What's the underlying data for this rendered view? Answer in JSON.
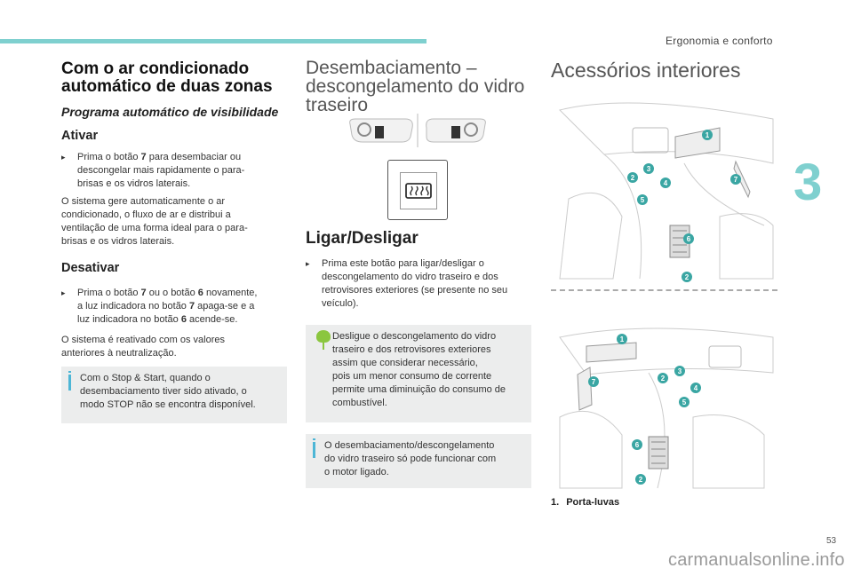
{
  "header": {
    "section": "Ergonomia e conforto",
    "chapter": "3",
    "page_number": "53",
    "watermark": "carmanualsonline.info"
  },
  "col1": {
    "title_line1": "Com o ar condicionado",
    "title_line2": "automático de duas zonas",
    "subtitle": "Programa automático de visibilidade",
    "activate_heading": "Ativar",
    "activate_bullet_1a": "Prima o botão ",
    "activate_bullet_1b": "7",
    "activate_bullet_1c": " para desembaciar ou",
    "activate_bullet_2": "descongelar mais rapidamente o para-",
    "activate_bullet_3": "brisas e os vidros laterais.",
    "activate_p1": "O sistema gere automaticamente o ar",
    "activate_p2": "condicionado, o fluxo de ar e distribui a",
    "activate_p3": "ventilação de uma forma ideal para o para-",
    "activate_p4": "brisas e os vidros laterais.",
    "deactivate_heading": "Desativar",
    "deact_b1a": "Prima o botão ",
    "deact_b1b": "7",
    "deact_b1c": " ou o botão ",
    "deact_b1d": "6",
    "deact_b1e": " novamente,",
    "deact_b2a": "a luz indicadora no botão ",
    "deact_b2b": "7",
    "deact_b2c": " apaga-se e a",
    "deact_b3a": "luz indicadora no botão ",
    "deact_b3b": "6",
    "deact_b3c": " acende-se.",
    "deact_p1": "O sistema é reativado com os valores",
    "deact_p2": "anteriores à neutralização.",
    "note_1": "Com o Stop & Start, quando o",
    "note_2": "desembaciamento tiver sido ativado, o",
    "note_3": "modo STOP não se encontra disponível."
  },
  "col2": {
    "title_line1": "Desembaciamento –",
    "title_line2": "descongelamento do vidro traseiro",
    "onoff_heading": "Ligar/Desligar",
    "b1": "Prima este botão para ligar/desligar o",
    "b2": "descongelamento do vidro traseiro e dos",
    "b3": "retrovisores exteriores (se presente no seu",
    "b4": "veículo).",
    "eco_1": "Desligue o descongelamento do vidro",
    "eco_2": "traseiro e dos retrovisores exteriores",
    "eco_3": "assim que considerar necessário,",
    "eco_4": "pois um menor consumo de corrente",
    "eco_5": "permite uma diminuição do consumo de",
    "eco_6": "combustível.",
    "note_1": "O desembaciamento/descongelamento",
    "note_2": "do vidro traseiro só pode funcionar com",
    "note_3": "o motor ligado."
  },
  "col3": {
    "title": "Acessórios interiores",
    "caption_num": "1.",
    "caption_text": "Porta-luvas",
    "callouts_top": [
      "1",
      "3",
      "2",
      "4",
      "7",
      "5",
      "6",
      "2"
    ],
    "callouts_bottom": [
      "1",
      "3",
      "7",
      "2",
      "4",
      "5",
      "6",
      "2"
    ]
  },
  "colors": {
    "accent": "#7fd0cf",
    "callout": "#3aa6a3",
    "eco": "#8bc63f",
    "info": "#4db6d6"
  }
}
